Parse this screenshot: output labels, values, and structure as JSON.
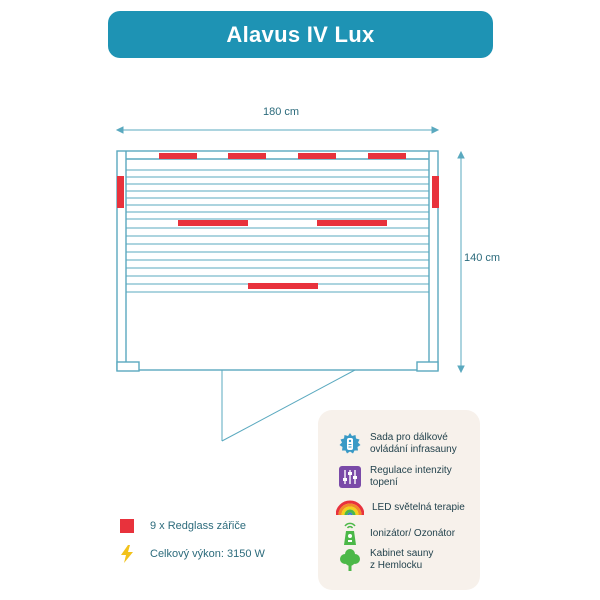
{
  "header": {
    "title": "Alavus IV Lux"
  },
  "dimensions": {
    "width_label": "180 cm",
    "depth_label": "140 cm"
  },
  "legend": {
    "heaters": "9 x Redglass zářiče",
    "power": "Celkový výkon: 3150 W"
  },
  "features": [
    {
      "icon": "remote-control-icon",
      "line1": "Sada pro dálkové",
      "line2": "ovládání infrasauny"
    },
    {
      "icon": "sliders-icon",
      "line1": "Regulace intenzity",
      "line2": "topení"
    },
    {
      "icon": "rainbow-led-icon",
      "line1": "LED světelná terapie",
      "line2": ""
    },
    {
      "icon": "ionizer-icon",
      "line1": "Ionizátor/ Ozonátor",
      "line2": ""
    },
    {
      "icon": "tree-icon",
      "line1": "Kabinet sauny",
      "line2": "z Hemlocku"
    }
  ],
  "colors": {
    "accent": "#1e93b4",
    "heater": "#e8323c",
    "line": "#5aa9bf",
    "feature_bg": "#f7f1eb"
  }
}
